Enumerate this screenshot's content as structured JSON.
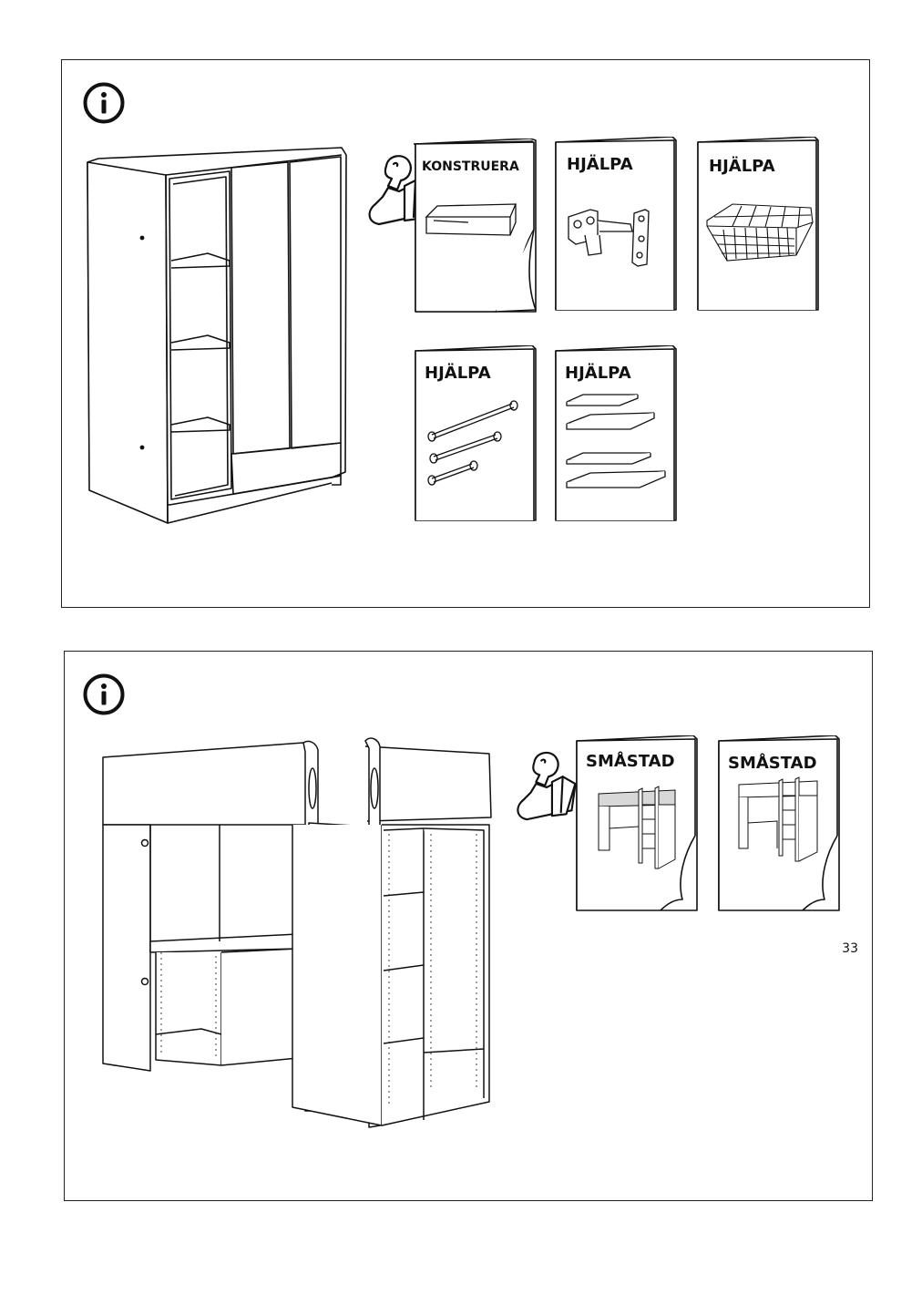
{
  "page": {
    "number": "33"
  },
  "panel_top": {
    "booklets": [
      {
        "title": "KONSTRUERA",
        "depicts": "drawer"
      },
      {
        "title": "HJÄLPA",
        "depicts": "hinge"
      },
      {
        "title": "HJÄLPA",
        "depicts": "wire-basket"
      },
      {
        "title": "HJÄLPA",
        "depicts": "clothes-rails"
      },
      {
        "title": "HJÄLPA",
        "depicts": "shelves"
      }
    ]
  },
  "panel_bottom": {
    "booklets": [
      {
        "title": "SMÅSTAD",
        "depicts": "loft-bed-with-desk"
      },
      {
        "title": "SMÅSTAD",
        "depicts": "loft-bed-with-desk-alt"
      }
    ]
  },
  "icons": {
    "info": "info-icon",
    "reading_person": "reading-person-icon"
  }
}
